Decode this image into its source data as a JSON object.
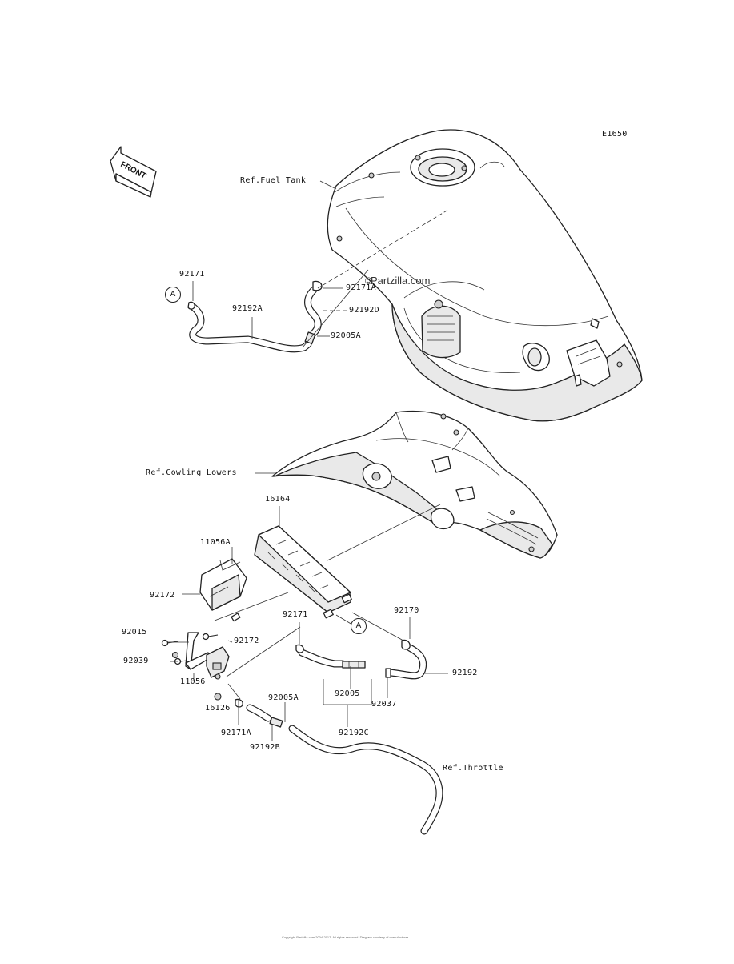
{
  "diagram_code": "E1650",
  "front_marker": "FRONT",
  "watermark": "Partzilla.com",
  "refs": {
    "fuel_tank": "Ref.Fuel Tank",
    "cowling_lowers": "Ref.Cowling Lowers",
    "throttle": "Ref.Throttle"
  },
  "connector_marks": [
    "A",
    "A"
  ],
  "parts": {
    "p92171_top": "92171",
    "p92171A_top": "92171A",
    "p92192A": "92192A",
    "p92192D": "92192D",
    "p92005A_top": "92005A",
    "p16164": "16164",
    "p11056A": "11056A",
    "p92172_left": "92172",
    "p92015": "92015",
    "p92039": "92039",
    "p11056": "11056",
    "p92172_mid": "92172",
    "p92171_mid": "92171",
    "p92170": "92170",
    "p92192": "92192",
    "p92005": "92005",
    "p92037": "92037",
    "p92005A_bottom": "92005A",
    "p16126": "16126",
    "p92171A_bottom": "92171A",
    "p92192B": "92192B",
    "p92192C": "92192C"
  },
  "copyright": "Copyright Partzilla.com 2004-2017. All rights reserved. Diagram courtesy of manufacturer."
}
